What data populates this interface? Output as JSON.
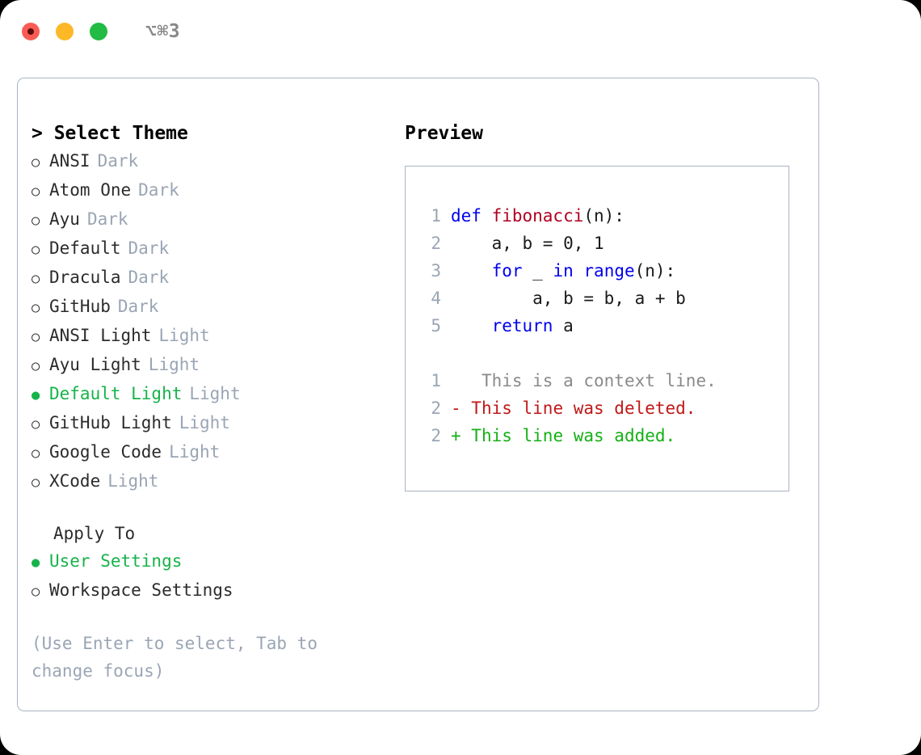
{
  "titlebar": {
    "shortcut": "⌥⌘3",
    "buttons": [
      {
        "name": "close",
        "color": "#fa5c55"
      },
      {
        "name": "minimize",
        "color": "#fdb827"
      },
      {
        "name": "maximize",
        "color": "#22bb44"
      }
    ]
  },
  "theme_picker": {
    "heading": "> Select Theme",
    "caret": ">",
    "heading_text": "Select Theme",
    "bullet_selected": "●",
    "bullet_unselected": "○",
    "items": [
      {
        "label": "ANSI",
        "category": "Dark",
        "selected": false
      },
      {
        "label": "Atom One",
        "category": "Dark",
        "selected": false
      },
      {
        "label": "Ayu",
        "category": "Dark",
        "selected": false
      },
      {
        "label": "Default",
        "category": "Dark",
        "selected": false
      },
      {
        "label": "Dracula",
        "category": "Dark",
        "selected": false
      },
      {
        "label": "GitHub",
        "category": "Dark",
        "selected": false
      },
      {
        "label": "ANSI Light",
        "category": "Light",
        "selected": false
      },
      {
        "label": "Ayu Light",
        "category": "Light",
        "selected": false
      },
      {
        "label": "Default Light",
        "category": "Light",
        "selected": true
      },
      {
        "label": "GitHub Light",
        "category": "Light",
        "selected": false
      },
      {
        "label": "Google Code",
        "category": "Light",
        "selected": false
      },
      {
        "label": "XCode",
        "category": "Light",
        "selected": false
      }
    ]
  },
  "apply_to": {
    "title": "Apply To",
    "items": [
      {
        "label": "User Settings",
        "selected": true
      },
      {
        "label": "Workspace Settings",
        "selected": false
      }
    ]
  },
  "hint": "(Use Enter to select, Tab to change focus)",
  "preview": {
    "label": "Preview",
    "code_lines": [
      {
        "number": "1",
        "tokens": [
          {
            "text": "def ",
            "type": "keyword"
          },
          {
            "text": "fibonacci",
            "type": "function"
          },
          {
            "text": "(n):",
            "type": "plain"
          }
        ]
      },
      {
        "number": "2",
        "tokens": [
          {
            "text": "    a, b = 0, 1",
            "type": "plain"
          }
        ]
      },
      {
        "number": "3",
        "tokens": [
          {
            "text": "    ",
            "type": "plain"
          },
          {
            "text": "for",
            "type": "keyword"
          },
          {
            "text": " _ ",
            "type": "plain"
          },
          {
            "text": "in",
            "type": "keyword"
          },
          {
            "text": " ",
            "type": "plain"
          },
          {
            "text": "range",
            "type": "builtin"
          },
          {
            "text": "(n):",
            "type": "plain"
          }
        ]
      },
      {
        "number": "4",
        "tokens": [
          {
            "text": "        a, b = b, a + b",
            "type": "plain"
          }
        ]
      },
      {
        "number": "5",
        "tokens": [
          {
            "text": "    ",
            "type": "plain"
          },
          {
            "text": "return",
            "type": "keyword"
          },
          {
            "text": " a",
            "type": "plain"
          }
        ]
      }
    ],
    "diff_lines": [
      {
        "number": "1",
        "marker": " ",
        "text": "  This is a context line.",
        "type": "context"
      },
      {
        "number": "2",
        "marker": "-",
        "text": " This line was deleted.",
        "type": "deleted"
      },
      {
        "number": "2",
        "marker": "+",
        "text": " This line was added.",
        "type": "added"
      }
    ]
  },
  "colors": {
    "accent_green": "#16b34a",
    "muted": "#9aa5b4",
    "border": "#aab4c2",
    "keyword": "#0000ee",
    "function": "#b00020",
    "diff_deleted": "#c01818",
    "diff_added": "#15b015",
    "diff_context": "#8a8a8a"
  }
}
